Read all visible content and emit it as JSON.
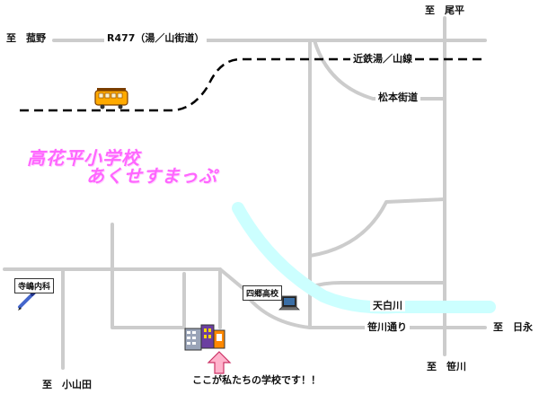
{
  "map_title": {
    "line1": "高花平小学校",
    "line2": "あくせすまっぷ"
  },
  "labels": {
    "to_komono": "至　菰野",
    "route_477": "R477（湯／山街道）",
    "to_obira": "至　尾平",
    "kintetsu_line": "近鉄湯／山線",
    "matsumoto_road": "松本街道",
    "terashima_clinic": "寺嶋内科",
    "yokkaichi_hs": "四郷高校",
    "tenpaku_river": "天白川",
    "sasagawa_street": "笹川通り",
    "to_hinaga": "至　日永",
    "to_sasagawa": "至　笹川",
    "to_koyamada": "至　小山田",
    "our_school": "ここが私たちの学校です！！"
  },
  "colors": {
    "road": "#cccccc",
    "river": "#ccffff",
    "railway": "#000000",
    "title": "#ff66ff",
    "arrow": "#ffb3cc"
  },
  "icons": {
    "train": "train-icon",
    "clinic": "pen-icon",
    "high_school": "laptop-icon",
    "school": "school-building-icon",
    "pointer": "up-arrow-icon"
  }
}
